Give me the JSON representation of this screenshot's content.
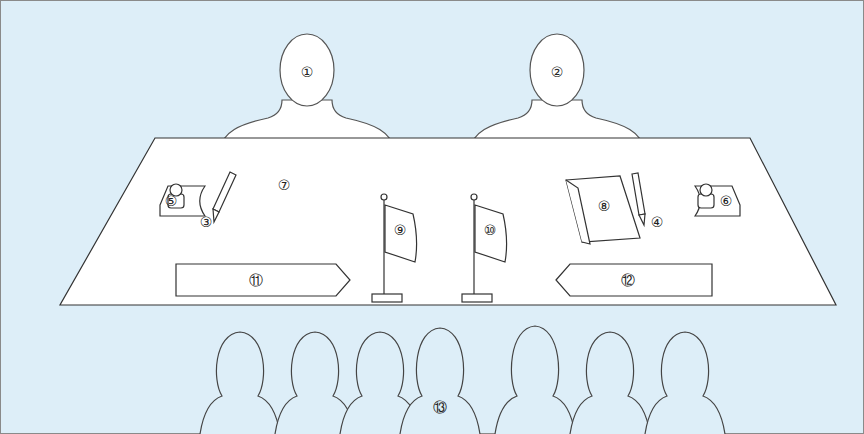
{
  "diagram": {
    "labels": [
      "①",
      "②",
      "③",
      "④",
      "⑤",
      "⑥",
      "⑦",
      "⑧",
      "⑨",
      "⑩",
      "⑪",
      "⑫",
      "⑬"
    ]
  }
}
